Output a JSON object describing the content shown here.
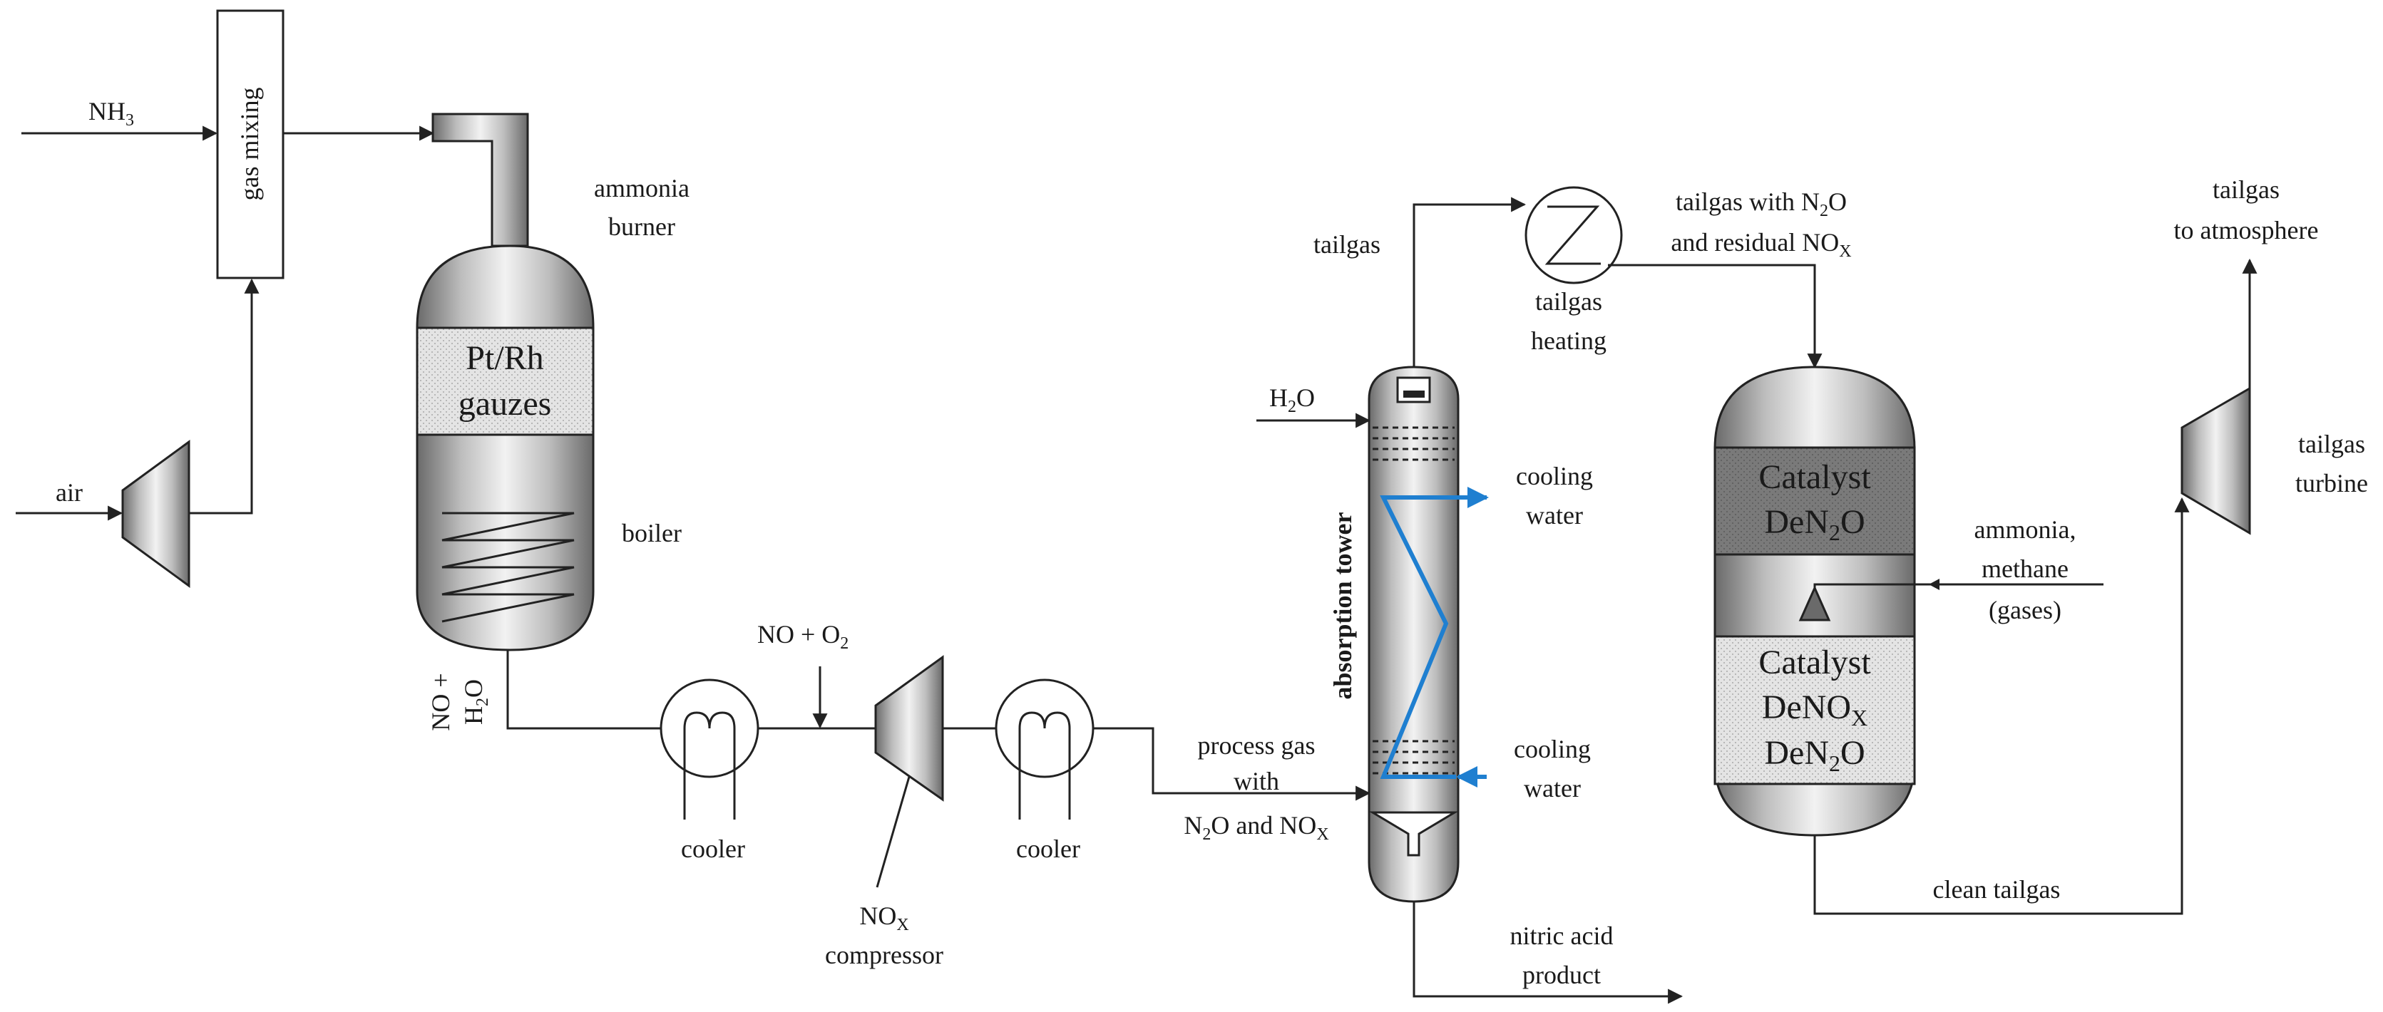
{
  "labels": {
    "nh3": "NH3",
    "air": "air",
    "gas_mixing": "gas mixing",
    "ammonia_burner": [
      "ammonia",
      "burner"
    ],
    "pt_rh_gauzes": [
      "Pt/Rh",
      "gauzes"
    ],
    "boiler": "boiler",
    "no_h2o": [
      "NO +",
      "H2O"
    ],
    "no_o2": "NO + O2",
    "cooler_1": "cooler",
    "cooler_2": "cooler",
    "nox_compressor": [
      "NOX",
      "compressor"
    ],
    "process_gas": [
      "process gas",
      "with",
      "N2O and NOX"
    ],
    "h2o": "H2O",
    "absorption_tower": "absorption tower",
    "tailgas": "tailgas",
    "tailgas_heating": [
      "tailgas",
      "heating"
    ],
    "tailgas_with_n2o": [
      "tailgas with N2O",
      "and residual NOX"
    ],
    "cooling_water_top": [
      "cooling",
      "water"
    ],
    "cooling_water_bottom": [
      "cooling",
      "water"
    ],
    "nitric_acid_product": [
      "nitric acid",
      "product"
    ],
    "catalyst_den2o": [
      "Catalyst",
      "DeN2O"
    ],
    "catalyst_denox_den2o": [
      "Catalyst",
      "DeNOX",
      "DeN2O"
    ],
    "ammonia_methane_gases": [
      "ammonia,",
      "methane",
      "(gases)"
    ],
    "clean_tailgas": "clean tailgas",
    "tailgas_to_atmosphere": [
      "tailgas",
      "to atmosphere"
    ],
    "tailgas_turbine": [
      "tailgas",
      "turbine"
    ]
  },
  "colors": {
    "line": "#222222",
    "cooling_water": "#1f7fd0",
    "vessel_metal": "#9a9a9a",
    "catalyst_bed": "#7d7d7d",
    "gauze_bed": "#e6e6e6"
  }
}
